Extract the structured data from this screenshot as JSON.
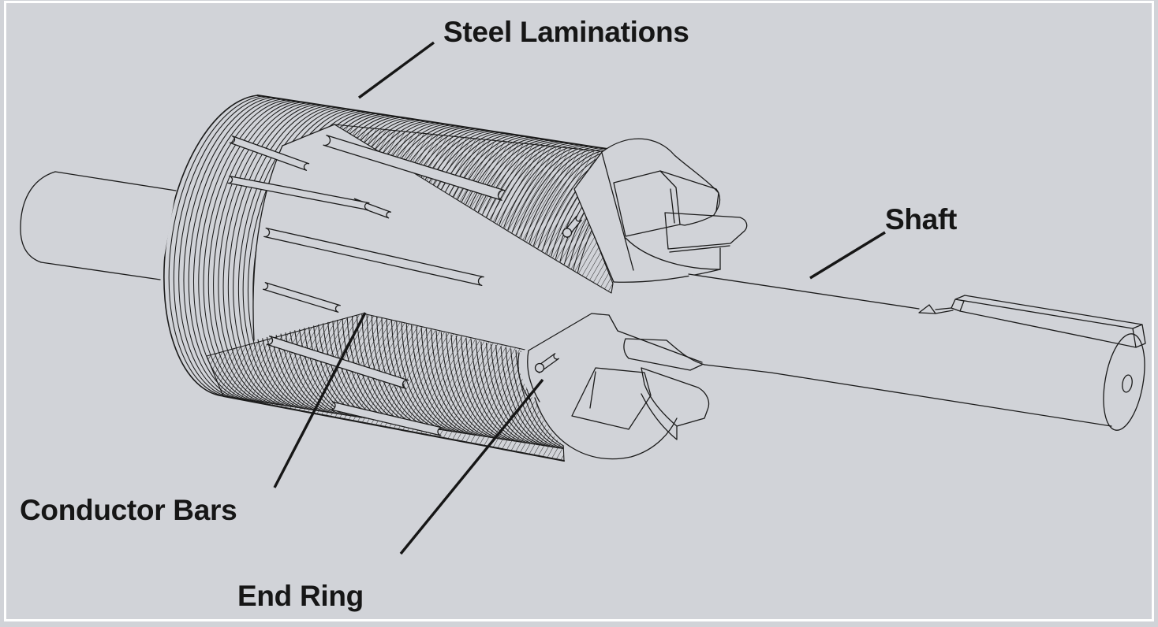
{
  "figure_type": "technical line drawing",
  "colors": {
    "background": "#d1d3d8",
    "frame": "#ffffff",
    "line": "#1b1b1b",
    "label_text": "#161616"
  },
  "labels": {
    "steel_laminations": {
      "text": "Steel Laminations"
    },
    "shaft": {
      "text": "Shaft"
    },
    "conductor_bars": {
      "text": "Conductor Bars"
    },
    "end_ring": {
      "text": "End Ring"
    }
  }
}
